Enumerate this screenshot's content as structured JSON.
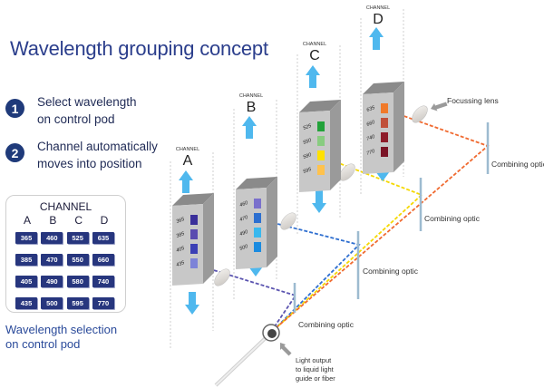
{
  "title": "Wavelength grouping concept",
  "steps": [
    {
      "number": "1",
      "line1": "Select wavelength",
      "line2": "on control pod"
    },
    {
      "number": "2",
      "line1": "Channel automatically",
      "line2": "moves into position"
    }
  ],
  "control_pod": {
    "heading": "CHANNEL",
    "columns": [
      "A",
      "B",
      "C",
      "D"
    ],
    "rows": [
      [
        "365",
        "460",
        "525",
        "635"
      ],
      [
        "385",
        "470",
        "550",
        "660"
      ],
      [
        "405",
        "490",
        "580",
        "740"
      ],
      [
        "435",
        "500",
        "595",
        "770"
      ]
    ],
    "caption_line1": "Wavelength selection",
    "caption_line2": "on control pod"
  },
  "channels": [
    {
      "caption": "CHANNEL",
      "letter": "A",
      "wavelengths": [
        "365",
        "385",
        "405",
        "435"
      ],
      "colors": [
        "#3a2f9a",
        "#5a4bb0",
        "#3b3fb5",
        "#7d83d8"
      ],
      "active_index": 3,
      "beam_color": "#5b54b0"
    },
    {
      "caption": "CHANNEL",
      "letter": "B",
      "wavelengths": [
        "460",
        "470",
        "490",
        "500"
      ],
      "colors": [
        "#7a70cc",
        "#2d6fd0",
        "#39b8ee",
        "#1a8be0"
      ],
      "active_index": 1,
      "beam_color": "#2f6fd0"
    },
    {
      "caption": "CHANNEL",
      "letter": "C",
      "wavelengths": [
        "525",
        "550",
        "580",
        "595"
      ],
      "colors": [
        "#22a23a",
        "#88cc80",
        "#ffe100",
        "#ffc24d"
      ],
      "active_index": 2,
      "beam_color": "#f5d800"
    },
    {
      "caption": "CHANNEL",
      "letter": "D",
      "wavelengths": [
        "635",
        "660",
        "740",
        "770"
      ],
      "colors": [
        "#f07a2a",
        "#c0503a",
        "#8e1c2a",
        "#7a1426"
      ],
      "active_index": 0,
      "beam_color": "#f06a30"
    }
  ],
  "labels": {
    "focussing_lens": "Focussing lens",
    "combining_optic": "Combining optic",
    "light_output_line1": "Light output",
    "light_output_line2": "to liquid light",
    "light_output_line3": "guide or fiber"
  },
  "colors": {
    "title": "#2b3e8c",
    "badge": "#27367e",
    "arrow": "#4fb8ee",
    "optic": "#9dbbd0"
  }
}
